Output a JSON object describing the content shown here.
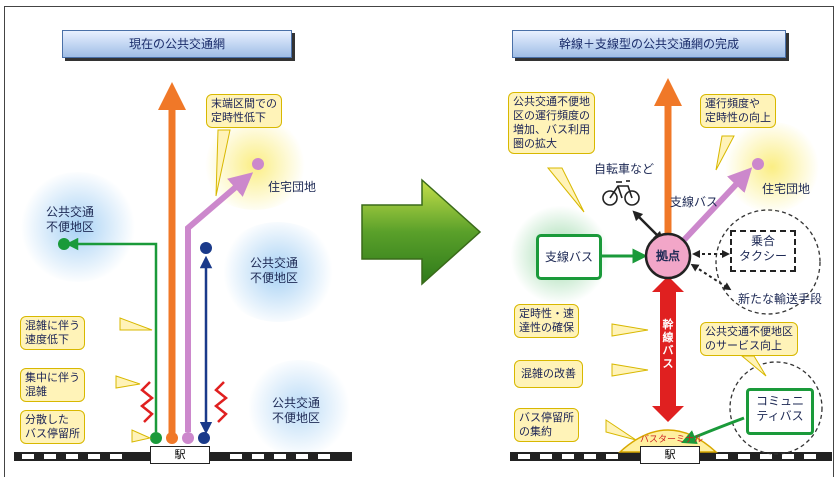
{
  "left_panel": {
    "title": "現在の公共交通網",
    "callout_terminal": [
      "末端区間での",
      "定時性低下"
    ],
    "housing": "住宅団地",
    "area_1": [
      "公共交通",
      "不便地区"
    ],
    "area_2": [
      "公共交通",
      "不便地区"
    ],
    "area_3": [
      "公共交通",
      "不便地区"
    ],
    "callout_speed": [
      "混雑に伴う",
      "速度低下"
    ],
    "callout_concentration": [
      "集中に伴う",
      "混雑"
    ],
    "callout_stops": [
      "分散した",
      "バス停留所"
    ],
    "station": "駅"
  },
  "right_panel": {
    "title": "幹線＋支線型の公共交通網の完成",
    "callout_service": [
      "公共交通不便地",
      "区の運行頻度の",
      "増加、バス利用",
      "圏の拡大"
    ],
    "callout_frequency": [
      "運行頻度や",
      "定時性の向上"
    ],
    "bicycle": "自転車など",
    "branch_bus_label": "支線バス",
    "housing": "住宅団地",
    "branch_bus_box": "支線バス",
    "hub": "拠点",
    "shared_taxi": [
      "乗合",
      "タクシー"
    ],
    "new_transport": "新たな輸送手段",
    "callout_punctuality": [
      "定時性・速",
      "達性の確保"
    ],
    "trunk_bus": [
      "幹",
      "線",
      "バ",
      "ス"
    ],
    "callout_area_service": [
      "公共交通不便地区",
      "のサービス向上"
    ],
    "callout_congestion": "混雑の改善",
    "community_bus": [
      "コミュニ",
      "ティバス"
    ],
    "callout_stop_consolidation": [
      "バス停留所",
      "の集約"
    ],
    "bus_terminal": "バスターミナル",
    "station": "駅"
  },
  "colors": {
    "orange": "#f07828",
    "pink": "#cc88cc",
    "green": "#1a9a3a",
    "navy": "#1a3a8a",
    "red": "#e02020",
    "hub_fill": "#f2a6c8",
    "callout_fill": "#fff3b8"
  }
}
